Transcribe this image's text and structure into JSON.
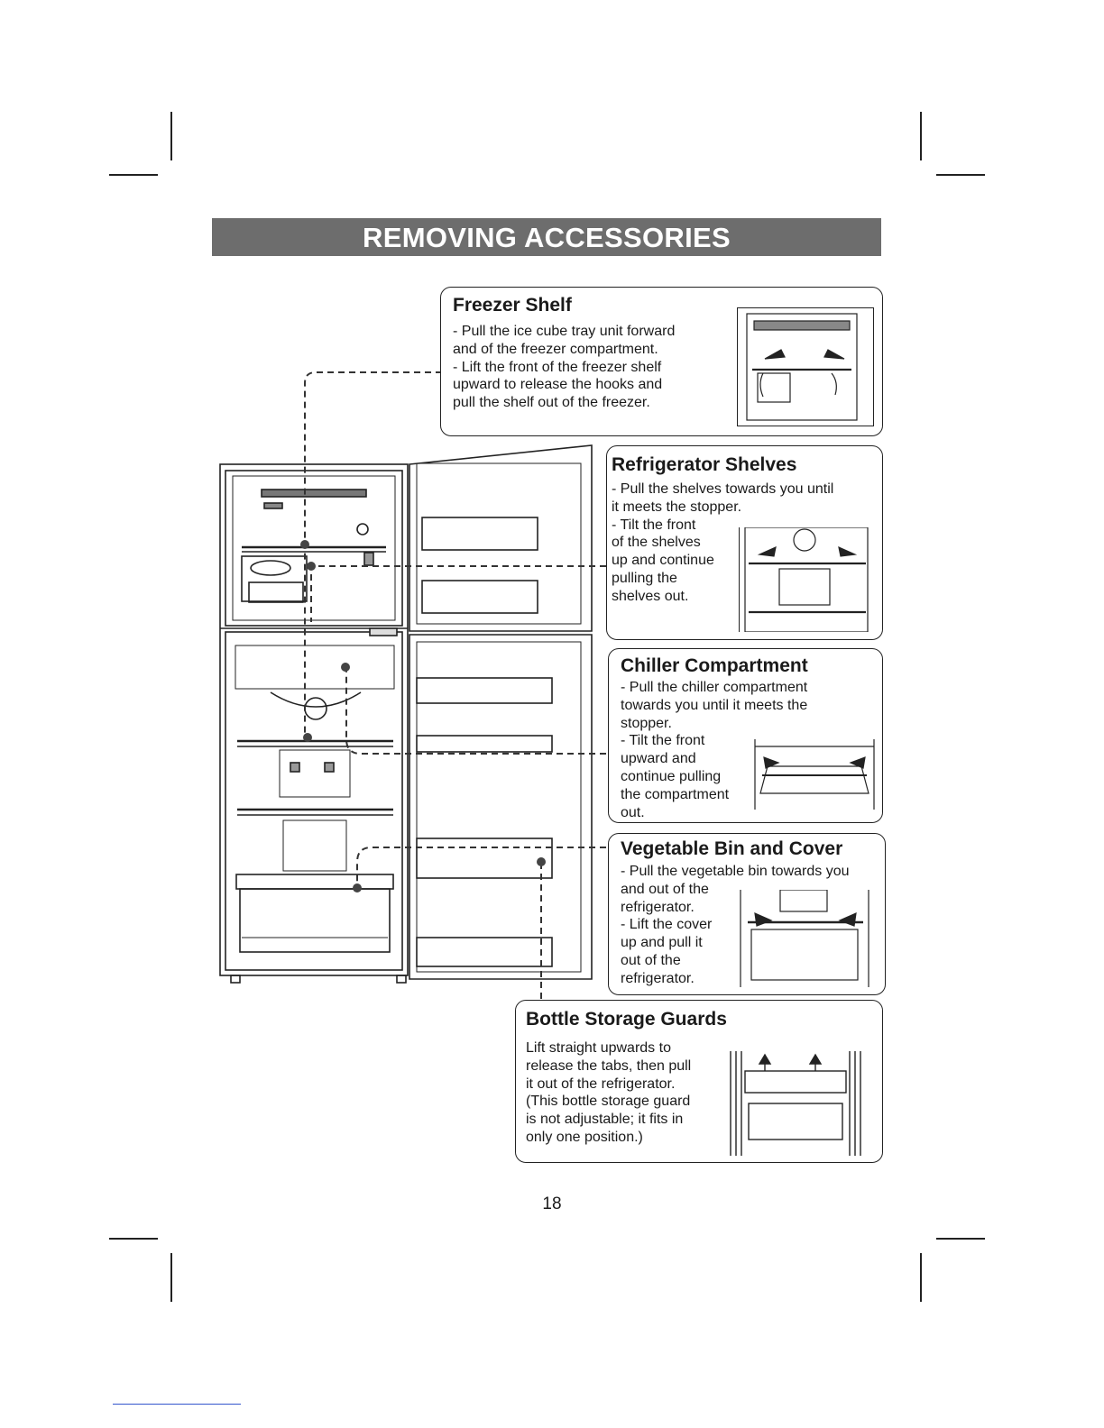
{
  "page": {
    "title": "REMOVING ACCESSORIES",
    "page_number": "18"
  },
  "sections": {
    "freezer_shelf": {
      "title": "Freezer Shelf",
      "lines": [
        "- Pull the ice cube tray unit forward",
        "  and of the freezer compartment.",
        "- Lift the front of the freezer shelf",
        "  upward to release the hooks and",
        "  pull the shelf out of the freezer."
      ]
    },
    "refrigerator_shelves": {
      "title": "Refrigerator Shelves",
      "lines": [
        "- Pull the shelves towards you until",
        "  it meets the stopper.",
        "- Tilt the front",
        "  of the shelves",
        "  up and continue",
        "  pulling the",
        "  shelves out."
      ]
    },
    "chiller_compartment": {
      "title": "Chiller Compartment",
      "lines": [
        "- Pull the chiller compartment",
        "  towards you until it meets the",
        "  stopper.",
        "- Tilt the front",
        "  upward and",
        "  continue pulling",
        "  the compartment",
        "  out."
      ]
    },
    "vegetable_bin": {
      "title": "Vegetable Bin and Cover",
      "lines": [
        "- Pull the vegetable bin towards you",
        "  and out of the",
        "  refrigerator.",
        "- Lift the cover",
        "  up and pull it",
        "  out of the",
        "  refrigerator."
      ]
    },
    "bottle_guards": {
      "title": "Bottle Storage Guards",
      "lines": [
        "Lift straight upwards to",
        "release the tabs, then pull",
        "it out of the refrigerator.",
        "(This bottle storage guard",
        "is not adjustable; it fits in",
        "only one position.)"
      ]
    }
  }
}
